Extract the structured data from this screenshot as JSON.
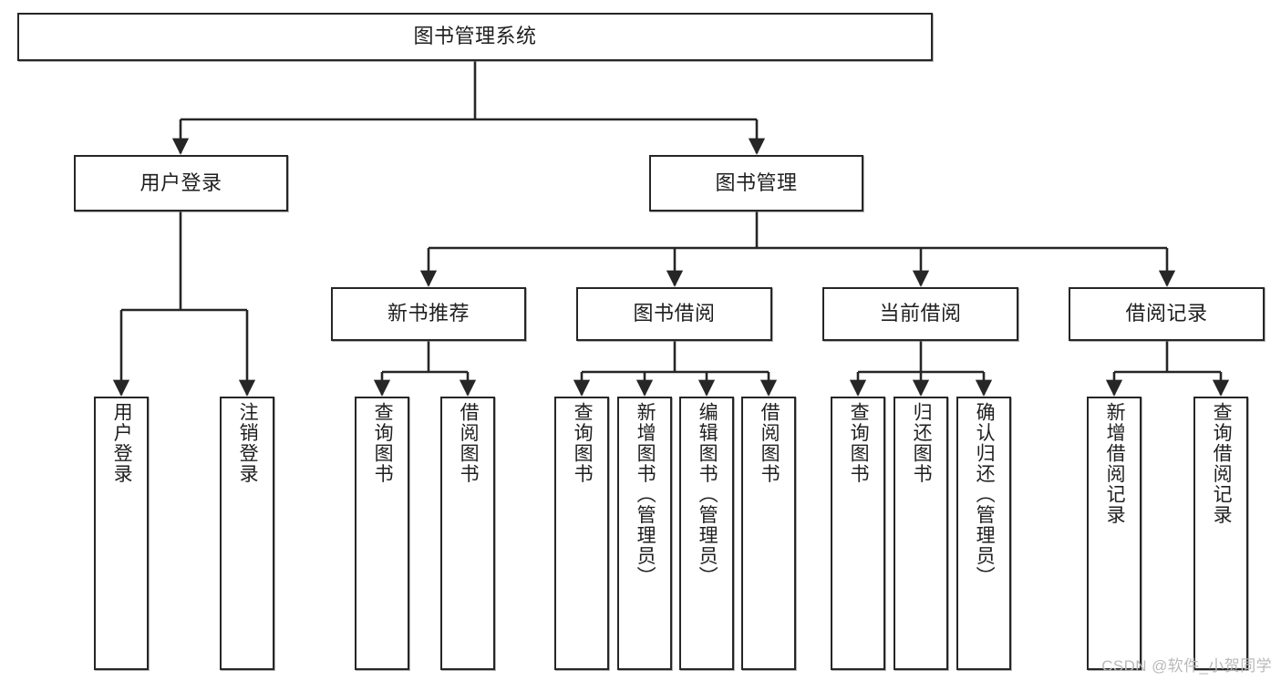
{
  "diagram": {
    "title": "图书管理系统",
    "type": "hierarchy-tree",
    "style": {
      "box_border_color": "#262626",
      "box_fill_color": "#ffffff",
      "edge_color": "#262626",
      "text_color": "#1f1f1f",
      "background": "#ffffff",
      "watermark_color": "#b9b9b9"
    }
  },
  "nodes": {
    "root": {
      "label": "图书管理系统",
      "level": 1
    },
    "level2": [
      {
        "id": "user-login",
        "label": "用户登录"
      },
      {
        "id": "book-management",
        "label": "图书管理"
      }
    ],
    "level3": [
      {
        "id": "new-book-recommend",
        "label": "新书推荐"
      },
      {
        "id": "book-borrow",
        "label": "图书借阅"
      },
      {
        "id": "current-borrow",
        "label": "当前借阅"
      },
      {
        "id": "borrow-record",
        "label": "借阅记录"
      }
    ],
    "level4": {
      "user-login": [
        {
          "id": "leaf-user-login",
          "label": "用户登录"
        },
        {
          "id": "leaf-logout-login",
          "label": "注销登录"
        }
      ],
      "new-book-recommend": [
        {
          "id": "leaf-query-book-1",
          "label": "查询图书"
        },
        {
          "id": "leaf-borrow-book-1",
          "label": "借阅图书"
        }
      ],
      "book-borrow": [
        {
          "id": "leaf-query-book-2",
          "label": "查询图书"
        },
        {
          "id": "leaf-add-book",
          "label": "新增图书（管理员）"
        },
        {
          "id": "leaf-edit-book",
          "label": "编辑图书（管理员）"
        },
        {
          "id": "leaf-borrow-book-2",
          "label": "借阅图书"
        }
      ],
      "current-borrow": [
        {
          "id": "leaf-query-book-3",
          "label": "查询图书"
        },
        {
          "id": "leaf-return-book",
          "label": "归还图书"
        },
        {
          "id": "leaf-confirm-return",
          "label": "确认归还（管理员）"
        }
      ],
      "borrow-record": [
        {
          "id": "leaf-add-record",
          "label": "新增借阅记录"
        },
        {
          "id": "leaf-query-record",
          "label": "查询借阅记录"
        }
      ]
    }
  },
  "watermark": {
    "text": "CSDN @软件_小贺同学"
  }
}
